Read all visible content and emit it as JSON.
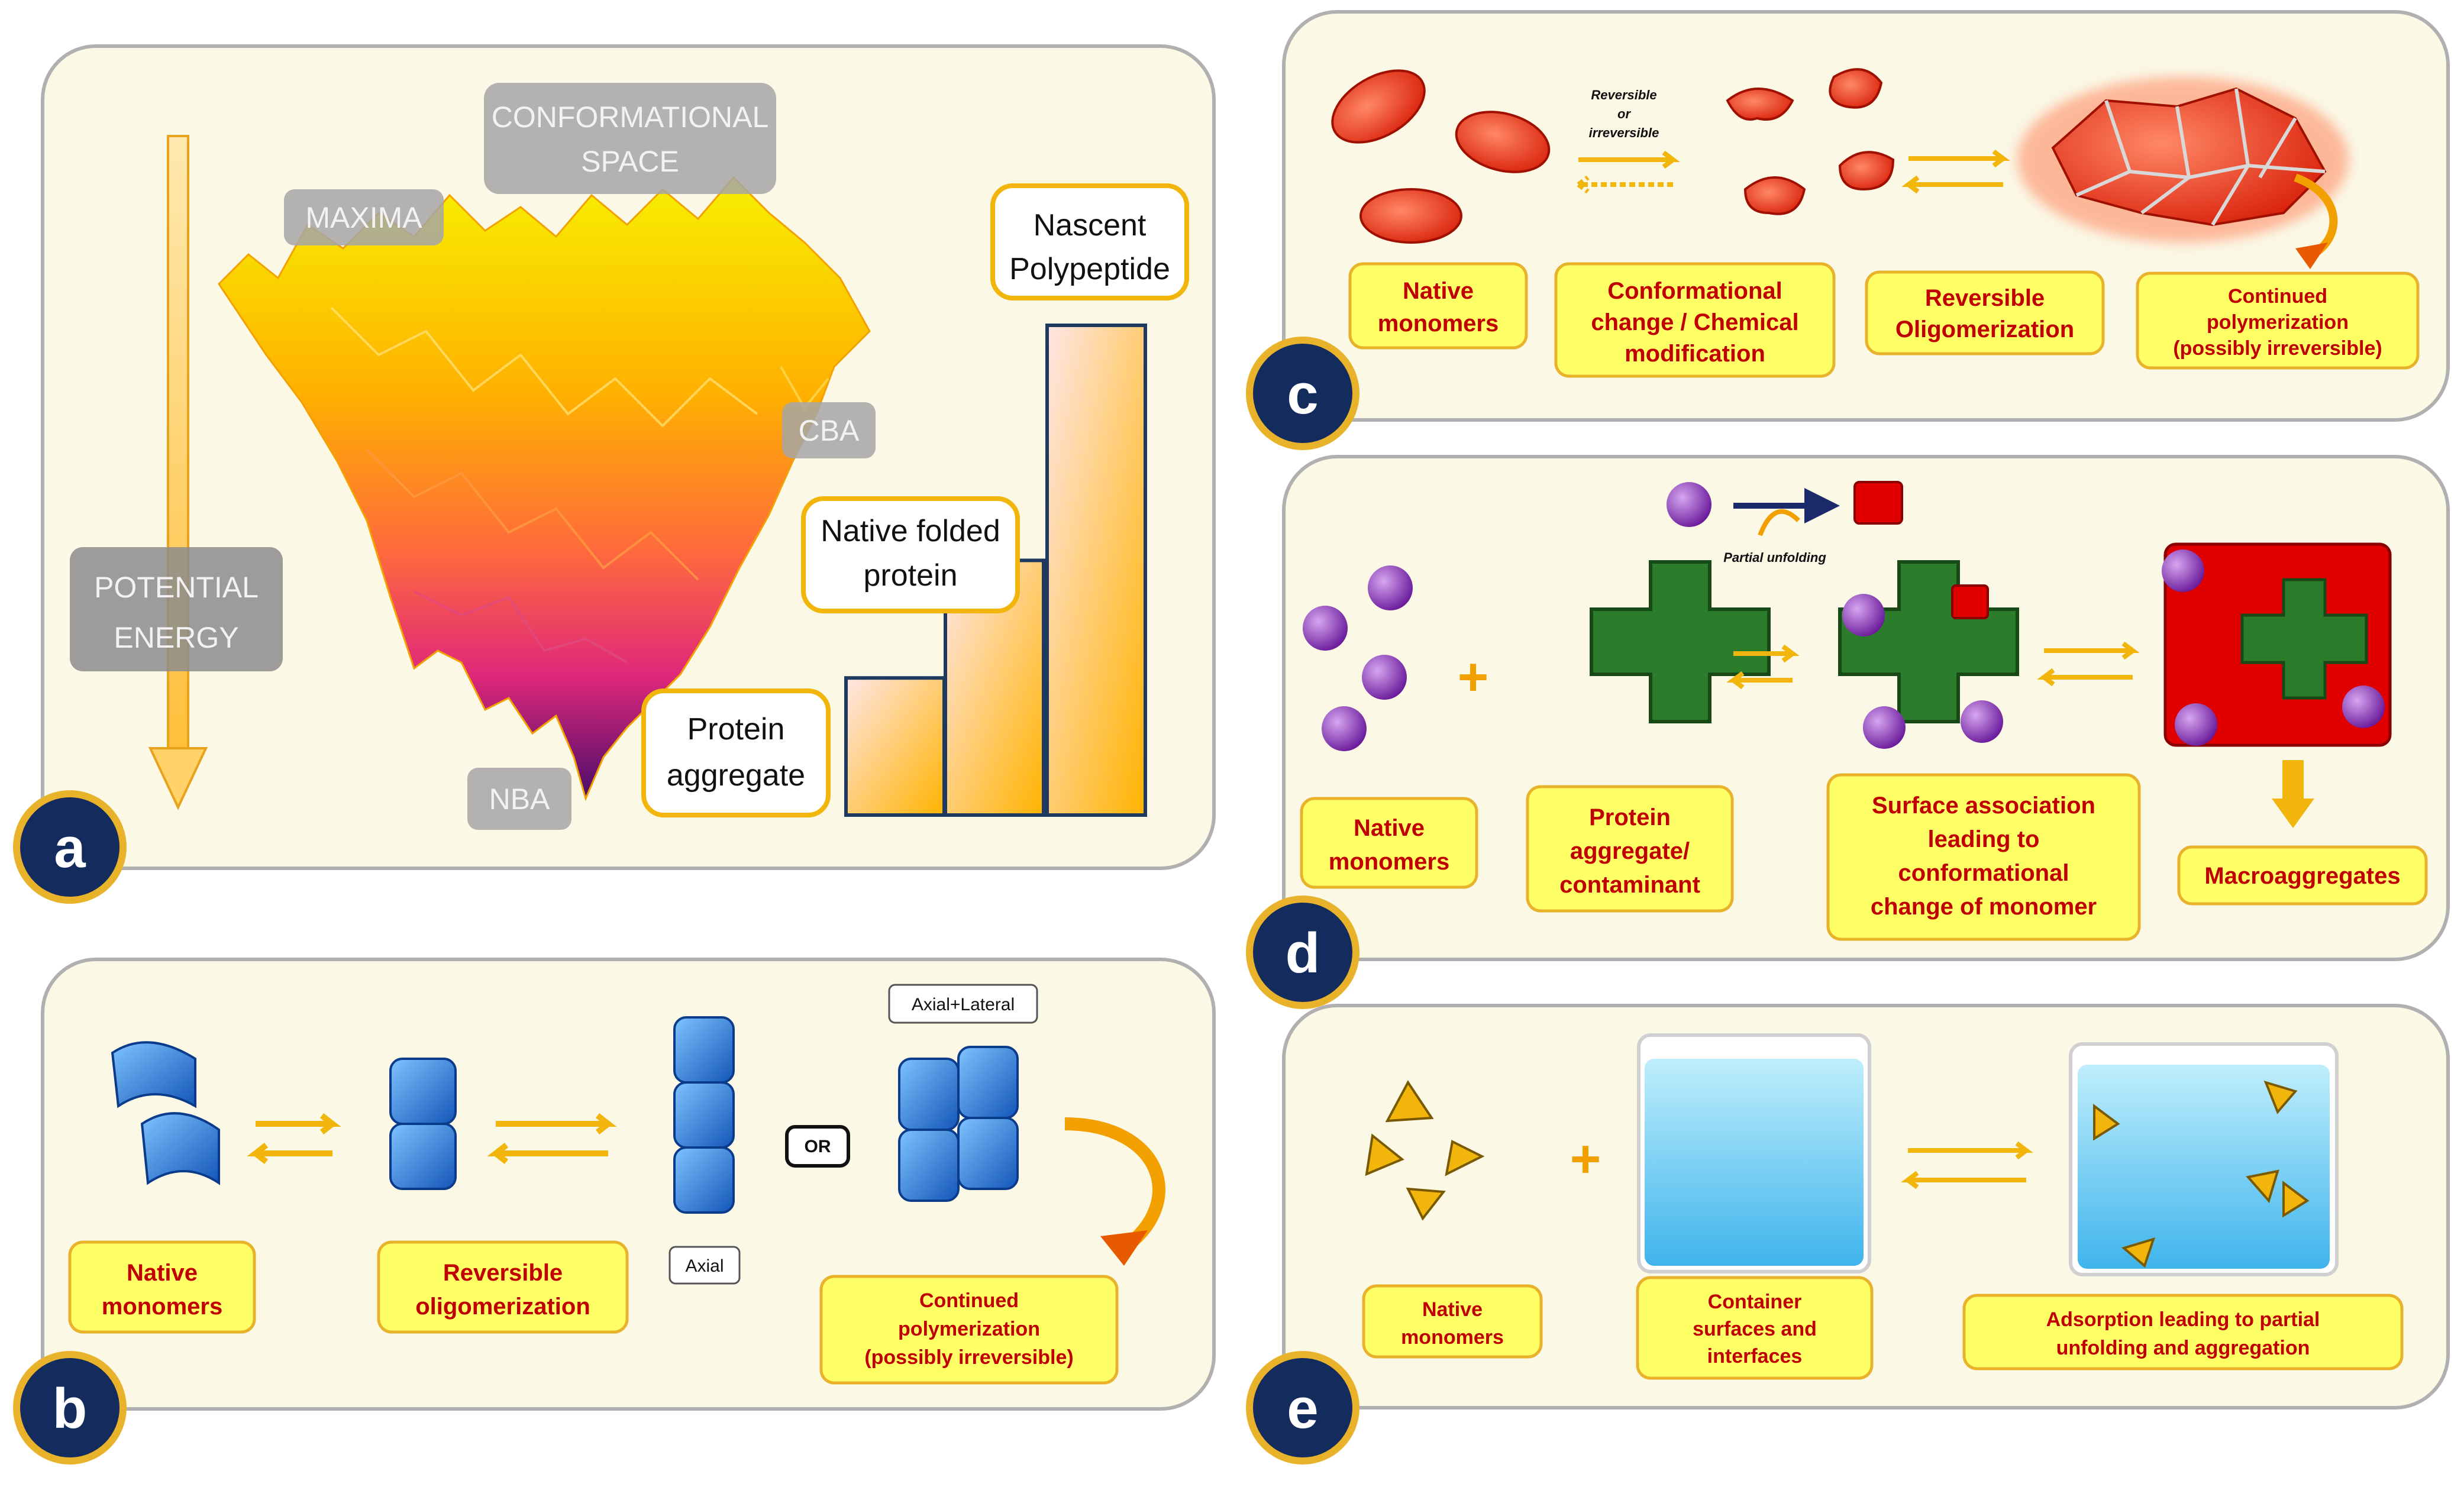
{
  "panel_a": {
    "letter": "a",
    "conformational_space": [
      "CONFORMATIONAL",
      "SPACE"
    ],
    "maxima": "MAXIMA",
    "cba": "CBA",
    "nba": "NBA",
    "potential_energy": [
      "POTENTIAL",
      "ENERGY"
    ],
    "nascent": [
      "Nascent",
      "Polypeptide"
    ],
    "native_folded": [
      "Native folded",
      "protein"
    ],
    "protein_aggregate": [
      "Protein",
      "aggregate"
    ],
    "bar_heights": [
      0.28,
      0.52,
      1.0
    ]
  },
  "panel_b": {
    "letter": "b",
    "native": [
      "Native",
      "monomers"
    ],
    "reversible": [
      "Reversible",
      "oligomerization"
    ],
    "axial": "Axial",
    "or": "OR",
    "axial_lateral": "Axial+Lateral",
    "continued": [
      "Continued",
      "polymerization",
      "(possibly irreversible)"
    ]
  },
  "panel_c": {
    "letter": "c",
    "rev_irrev": [
      "Reversible",
      "or",
      "irreversible"
    ],
    "native": [
      "Native",
      "monomers"
    ],
    "conformational": [
      "Conformational",
      "change / Chemical",
      "modification"
    ],
    "reversible": [
      "Reversible",
      "Oligomerization"
    ],
    "continued": [
      "Continued",
      "polymerization",
      "(possibly irreversible)"
    ]
  },
  "panel_d": {
    "letter": "d",
    "partial_unfolding": "Partial unfolding",
    "native": [
      "Native",
      "monomers"
    ],
    "aggregate": [
      "Protein",
      "aggregate/",
      "contaminant"
    ],
    "surface": [
      "Surface association",
      "leading to",
      "conformational",
      "change of monomer"
    ],
    "macro": "Macroaggregates"
  },
  "panel_e": {
    "letter": "e",
    "native": [
      "Native",
      "monomers"
    ],
    "container": [
      "Container",
      "surfaces and",
      "interfaces"
    ],
    "adsorption": [
      "Adsorption leading to partial",
      "unfolding and  aggregation"
    ]
  },
  "colors": {
    "panel_bg": "#fbf8e6",
    "label_fill": "#ffff66",
    "label_border": "#e8b32a",
    "label_text": "#c00000",
    "letter_circle": "#142b5e",
    "letter_ring": "#e8b32a",
    "grey_label": "#a6a6a6"
  }
}
